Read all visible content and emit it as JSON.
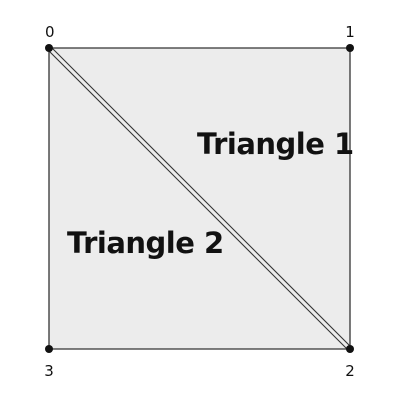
{
  "vertices": [
    {
      "id": "0"
    },
    {
      "id": "1"
    },
    {
      "id": "2"
    },
    {
      "id": "3"
    }
  ],
  "triangles": [
    {
      "label": "Triangle 1"
    },
    {
      "label": "Triangle 2"
    }
  ],
  "colors": {
    "fill": "#ececec",
    "stroke": "#333333",
    "point": "#111111",
    "text": "#111111"
  }
}
